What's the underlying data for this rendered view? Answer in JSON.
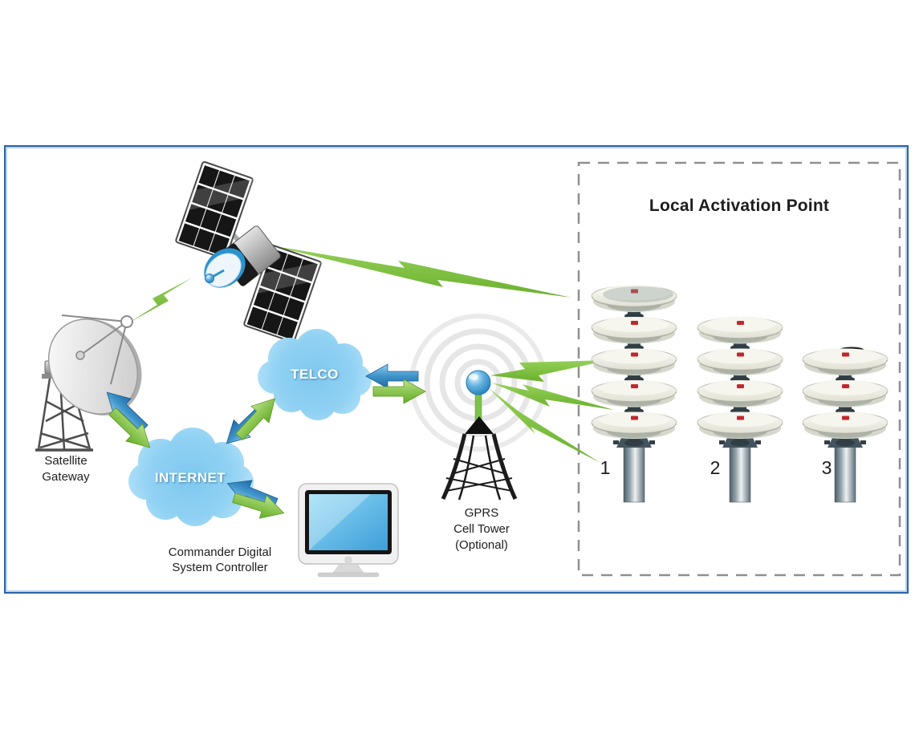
{
  "labels": {
    "satellite_gateway": {
      "line1": "Satellite",
      "line2": "Gateway"
    },
    "controller": {
      "line1": "Commander Digital",
      "line2": "System Controller"
    },
    "gprs_tower": {
      "line1": "GPRS",
      "line2": "Cell Tower",
      "line3": "(Optional)"
    }
  },
  "clouds": {
    "telco_label": "TELCO",
    "internet_label": "INTERNET"
  },
  "local_activation": {
    "title": "Local Activation Point",
    "sirens": [
      {
        "label": "1",
        "disc_count": 5
      },
      {
        "label": "2",
        "disc_count": 4
      },
      {
        "label": "3",
        "disc_count": 3
      }
    ]
  },
  "icons": {
    "satellite-icon": "communications satellite with solar panels",
    "gateway-dish-icon": "satellite gateway dish antenna",
    "internet-cloud-icon": "cloud",
    "telco-cloud-icon": "cloud",
    "gprs-tower-icon": "radio cell tower with signal rings",
    "controller-monitor-icon": "desktop monitor",
    "siren-stack-icon": "stacked omnidirectional siren discs on pole",
    "lightning-bolt-icon": "green radio link bolt",
    "link-arrow-icon": "blue/green data flow arrows"
  },
  "colors": {
    "frame_border": "#2a63a9",
    "dashed_border": "#8f8f8f",
    "link_green": "#6cb231",
    "link_blue": "#2470ab",
    "cloud_blue": "#8ed0f4",
    "text": "#1d1d1d"
  }
}
